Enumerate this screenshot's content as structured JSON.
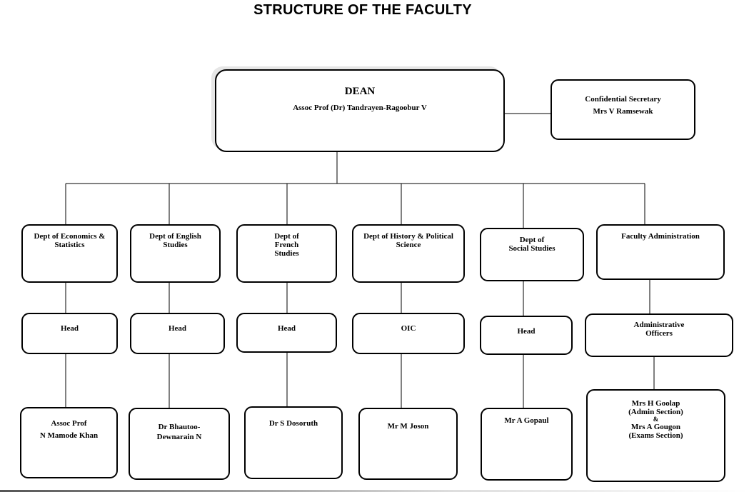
{
  "title": "STRUCTURE OF THE FACULTY",
  "dean": {
    "title": "DEAN",
    "name": "Assoc Prof (Dr) Tandrayen-Ragoobur V"
  },
  "secretary": {
    "title": "Confidential Secretary",
    "name": "Mrs V Ramsewak"
  },
  "departments": [
    {
      "name_lines": [
        "Dept of Economics &",
        "Statistics"
      ],
      "role": "Head",
      "person_lines": [
        "Assoc Prof",
        "N Mamode Khan"
      ]
    },
    {
      "name_lines": [
        "Dept of English",
        "Studies"
      ],
      "role": "Head",
      "person_lines": [
        "Dr Bhautoo-",
        "Dewnarain N"
      ]
    },
    {
      "name_lines": [
        "Dept of",
        "French",
        "Studies"
      ],
      "role": "Head",
      "person_lines": [
        "Dr S Dosoruth"
      ]
    },
    {
      "name_lines": [
        "Dept of History & Political",
        "Science"
      ],
      "role": "OIC",
      "person_lines": [
        "Mr M Joson"
      ]
    },
    {
      "name_lines": [
        "Dept of",
        "Social Studies"
      ],
      "role": "Head",
      "person_lines": [
        "Mr A Gopaul"
      ]
    },
    {
      "name_lines": [
        "Faculty Administration"
      ],
      "role_lines": [
        "Administrative",
        "Officers"
      ],
      "person_lines": [
        "Mrs H Goolap",
        "(Admin Section)",
        "&",
        "Mrs A Gougon",
        "(Exams Section)"
      ]
    }
  ]
}
